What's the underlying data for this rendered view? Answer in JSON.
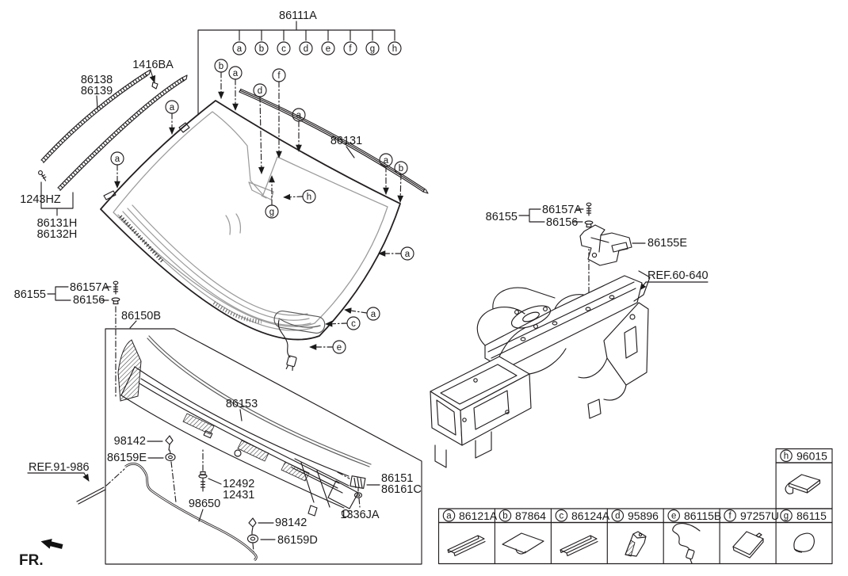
{
  "colors": {
    "line": "#231f20",
    "gray": "#9b9b9b",
    "background": "#ffffff"
  },
  "assembly": {
    "label": "86111A",
    "callouts": [
      "a",
      "b",
      "c",
      "d",
      "e",
      "f",
      "g",
      "h"
    ]
  },
  "windshield": {
    "molding_label": "86131",
    "callouts": [
      "b",
      "a",
      "f",
      "d",
      "a",
      "a",
      "b",
      "a",
      "a",
      "h",
      "g",
      "a",
      "a",
      "c",
      "e"
    ]
  },
  "left_molding": {
    "part_upper": "86138",
    "part_lower": "86139",
    "clip": "1416BA",
    "pin": "1243HZ",
    "strip_upper": "86131H",
    "strip_lower": "86132H"
  },
  "mirror_cover_left": {
    "group": "86155",
    "screw": "86157A",
    "clip": "86156"
  },
  "mirror_cover_right": {
    "group": "86155",
    "screw": "86157A",
    "clip": "86156",
    "cover": "86155E",
    "ref": "REF.60-640"
  },
  "cowl": {
    "panel": "86150B",
    "grille": "86153",
    "ref": "REF.91-986",
    "pin1": "98142",
    "grommet1": "86159E",
    "bolt_a": "12492",
    "bolt_b": "12431",
    "hose": "98650",
    "pin2": "98142",
    "grommet2": "86159D",
    "bracket_a": "86151",
    "bracket_b": "86161C",
    "clip": "1336JA"
  },
  "fr": "FR.",
  "legend": {
    "cells": [
      {
        "letter": "a",
        "part": "86121A"
      },
      {
        "letter": "b",
        "part": "87864"
      },
      {
        "letter": "c",
        "part": "86124A"
      },
      {
        "letter": "d",
        "part": "95896"
      },
      {
        "letter": "e",
        "part": "86115B"
      },
      {
        "letter": "f",
        "part": "97257U"
      },
      {
        "letter": "g",
        "part": "86115"
      },
      {
        "letter": "h",
        "part": "96015"
      }
    ]
  }
}
